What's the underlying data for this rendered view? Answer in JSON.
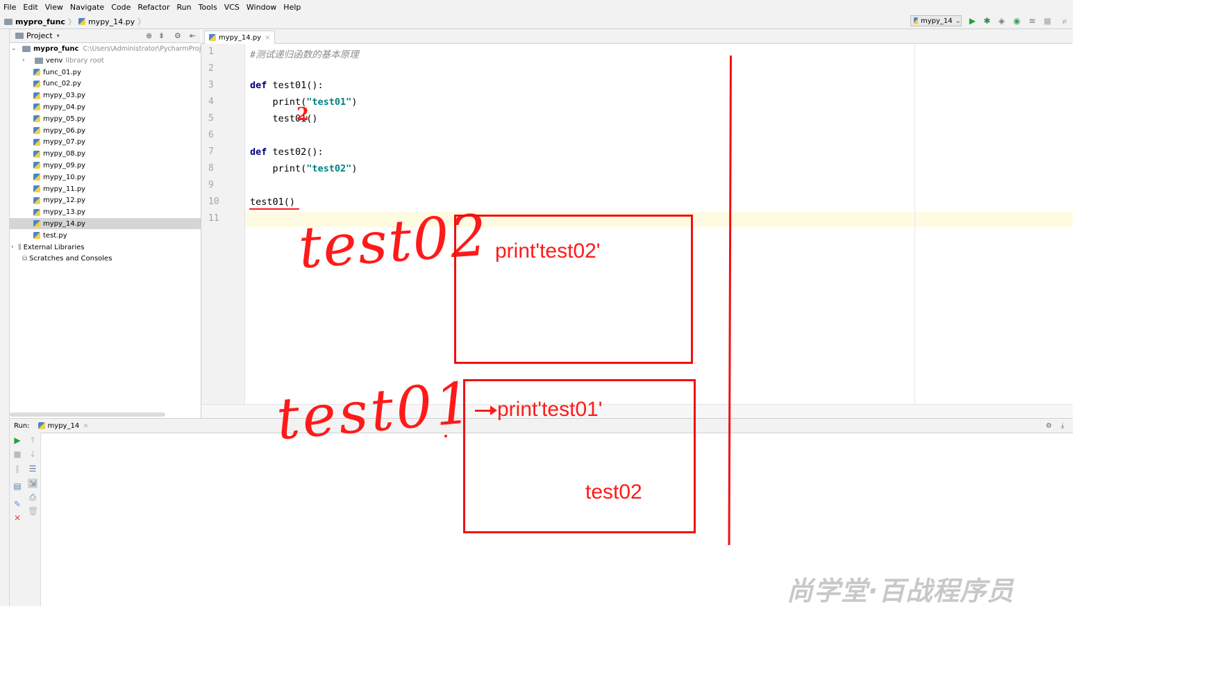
{
  "menu": [
    "File",
    "Edit",
    "View",
    "Navigate",
    "Code",
    "Refactor",
    "Run",
    "Tools",
    "VCS",
    "Window",
    "Help"
  ],
  "breadcrumb": {
    "project": "mypro_func",
    "file": "mypy_14.py"
  },
  "run_config": "mypy_14",
  "project_panel": {
    "title": "Project",
    "root": {
      "name": "mypro_func",
      "path": "C:\\Users\\Administrator\\PycharmProject"
    },
    "venv": {
      "name": "venv",
      "note": "library root"
    },
    "files": [
      "func_01.py",
      "func_02.py",
      "mypy_03.py",
      "mypy_04.py",
      "mypy_05.py",
      "mypy_06.py",
      "mypy_07.py",
      "mypy_08.py",
      "mypy_09.py",
      "mypy_10.py",
      "mypy_11.py",
      "mypy_12.py",
      "mypy_13.py",
      "mypy_14.py",
      "test.py"
    ],
    "selected_file": "mypy_14.py",
    "external": "External Libraries",
    "scratches": "Scratches and Consoles"
  },
  "editor": {
    "tab": "mypy_14.py",
    "lines": [
      {
        "n": "1",
        "comment": "#测试递归函数的基本原理"
      },
      {
        "n": "2"
      },
      {
        "n": "3",
        "kw": "def",
        "rest": " test01():"
      },
      {
        "n": "4",
        "pre": "    print(",
        "str": "\"test01\"",
        "post": ")"
      },
      {
        "n": "5",
        "pre": "    test01()"
      },
      {
        "n": "6"
      },
      {
        "n": "7",
        "kw": "def",
        "rest": " test02():"
      },
      {
        "n": "8",
        "pre": "    print(",
        "str": "\"test02\"",
        "post": ")"
      },
      {
        "n": "9"
      },
      {
        "n": "10",
        "pre": "test01()"
      },
      {
        "n": "11"
      }
    ]
  },
  "run_panel": {
    "label": "Run:",
    "tab": "mypy_14"
  },
  "annotations": {
    "hand_test02": "test02",
    "hand_test01": "test01",
    "hand_2": "2",
    "box1_text": "print'test02'",
    "box2_text1": "print'test01'",
    "box2_text2": "test02"
  },
  "watermark": "尚学堂·百战程序员"
}
